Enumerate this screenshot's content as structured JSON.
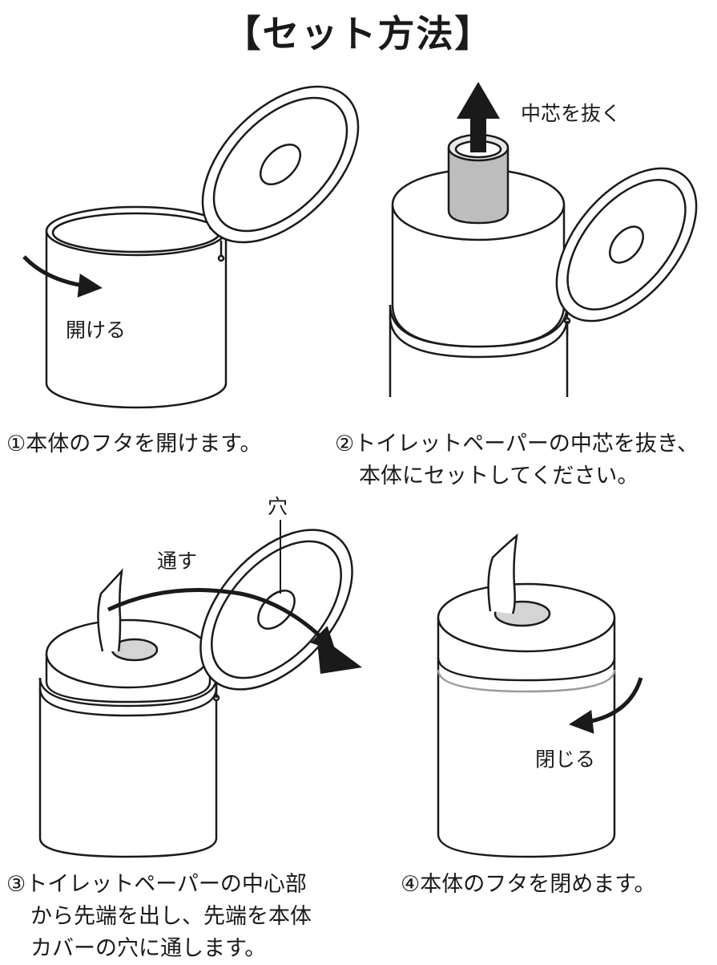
{
  "title": "【セット方法】",
  "labels": {
    "open": "開ける",
    "remove_core": "中芯を抜く",
    "hole": "穴",
    "pass": "通す",
    "close": "閉じる"
  },
  "steps": [
    {
      "lines": [
        "①本体のフタを開けます。"
      ]
    },
    {
      "lines": [
        "②トイレットペーパーの中芯を抜き、",
        "本体にセットしてください。"
      ]
    },
    {
      "lines": [
        "③トイレットペーパーの中心部",
        "から先端を出し、先端を本体",
        "カバーの穴に通します。"
      ]
    },
    {
      "lines": [
        "④本体のフタを閉めます。"
      ]
    }
  ]
}
